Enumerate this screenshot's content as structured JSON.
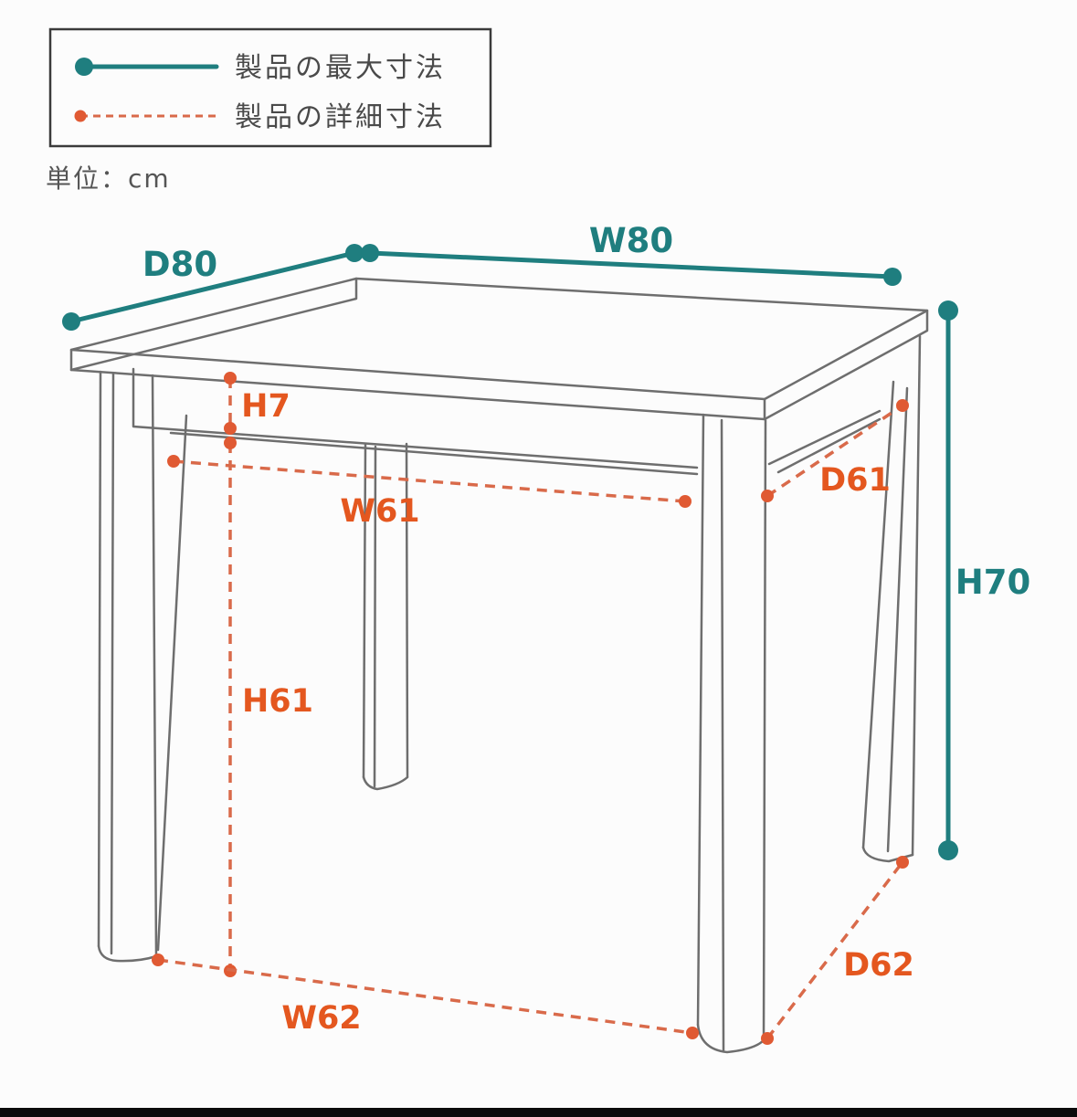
{
  "legend": {
    "max_dimension_label": "製品の最大寸法",
    "detail_dimension_label": "製品の詳細寸法"
  },
  "unit_note": "単位：cm",
  "colors": {
    "teal": "#1F7E7F",
    "orange": "#E4571F",
    "orange-dash": "#D96A4A",
    "orange-dot": "#E05A33",
    "line-gray": "#6E6E6E",
    "text-gray": "#4A4A4A",
    "bar-black": "#0B0B0B",
    "bg": "#FCFCFC"
  },
  "dimensions": {
    "overall": {
      "width": "W80",
      "depth": "D80",
      "height": "H70"
    },
    "detail": {
      "apron_height": "H7",
      "inner_width": "W61",
      "inner_depth": "D61",
      "leg_height": "H61",
      "leg_span_width": "W62",
      "leg_span_depth": "D62"
    }
  }
}
